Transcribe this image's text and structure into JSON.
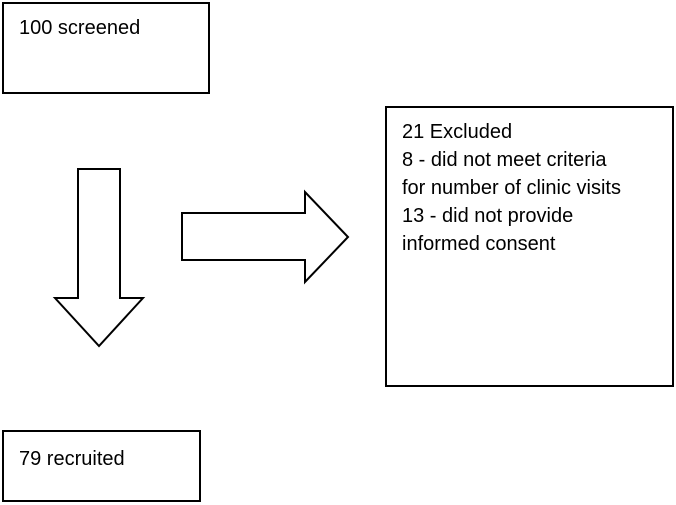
{
  "screened": {
    "label": "100 screened"
  },
  "excluded": {
    "lines": [
      "21 Excluded",
      "8 - did not meet criteria",
      "for number of clinic visits",
      "13 - did not provide",
      "informed consent"
    ]
  },
  "recruited": {
    "label": "79 recruited"
  },
  "colors": {
    "stroke": "#000000",
    "fill": "#ffffff"
  }
}
